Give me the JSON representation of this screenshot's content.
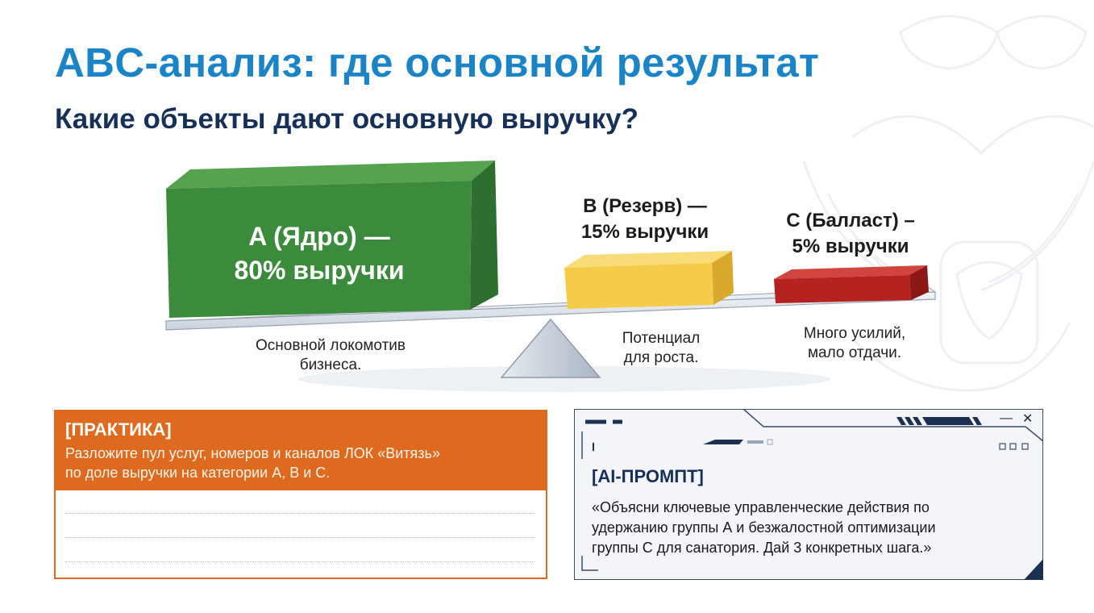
{
  "title": "ABC-анализ: где основной результат",
  "subtitle": "Какие объекты дают основную выручку?",
  "colors": {
    "title_blue": "#1a84c7",
    "navy": "#16305a",
    "group_a": "#3c8b3c",
    "group_b": "#f4cc4a",
    "group_c": "#b52320",
    "practice_orange": "#dd6a1f"
  },
  "groups": [
    {
      "label_line1": "A (Ядро) —",
      "label_line2": "80% выручки",
      "note_line1": "Основной локомотив",
      "note_line2": "бизнеса.",
      "share_percent": 80
    },
    {
      "label_line1": "B (Резерв) —",
      "label_line2": "15% выручки",
      "note_line1": "Потенциал",
      "note_line2": "для роста.",
      "share_percent": 15
    },
    {
      "label_line1": "C (Балласт) –",
      "label_line2": "5% выручки",
      "note_line1": "Много усилий,",
      "note_line2": "мало отдачи.",
      "share_percent": 5
    }
  ],
  "practice": {
    "title": "[ПРАКТИКА]",
    "line1": "Разложите пул услуг, номеров и каналов ЛОК «Витязь»",
    "line2": "по доле выручки на категории А, В и С."
  },
  "ai_prompt": {
    "title": "[AI-ПРОМПТ]",
    "line1": "«Объясни ключевые управленческие действия по",
    "line2": "удержанию группы А и безжалостной оптимизации",
    "line3": "группы С для санатория. Дай 3 конкретных шага.»",
    "minimize_icon": "minimize-icon",
    "close_icon": "close-icon"
  }
}
